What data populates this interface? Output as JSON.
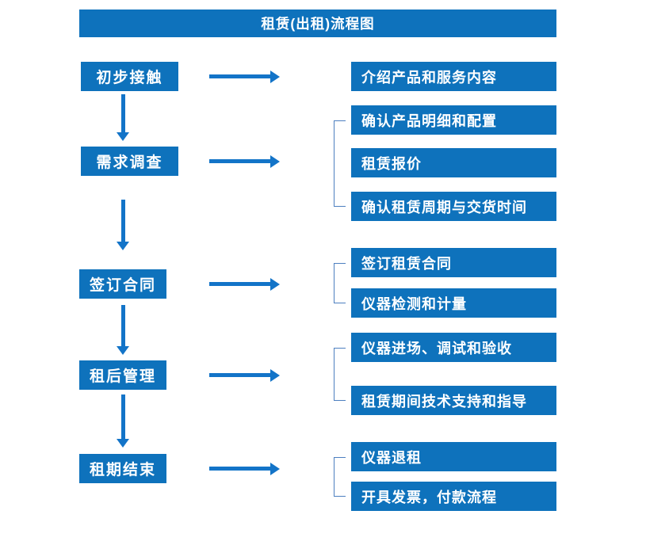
{
  "title": "租赁(出租)流程图",
  "colors": {
    "box_blue": "#0E72BC",
    "arrow_blue": "#1374C8",
    "bracket_blue": "#4D7FC0",
    "text_white": "#FFFFFF",
    "background": "#FFFFFF"
  },
  "flow": [
    {
      "step": "初步接触",
      "details": [
        "介绍产品和服务内容"
      ]
    },
    {
      "step": "需求调查",
      "details": [
        "确认产品明细和配置",
        "租赁报价",
        "确认租赁周期与交货时间"
      ]
    },
    {
      "step": "签订合同",
      "details": [
        "签订租赁合同",
        "仪器检测和计量"
      ]
    },
    {
      "step": "租后管理",
      "details": [
        "仪器进场、调试和验收",
        "租赁期间技术支持和指导"
      ]
    },
    {
      "step": "租期结束",
      "details": [
        "仪器退租",
        "开具发票，付款流程"
      ]
    }
  ]
}
